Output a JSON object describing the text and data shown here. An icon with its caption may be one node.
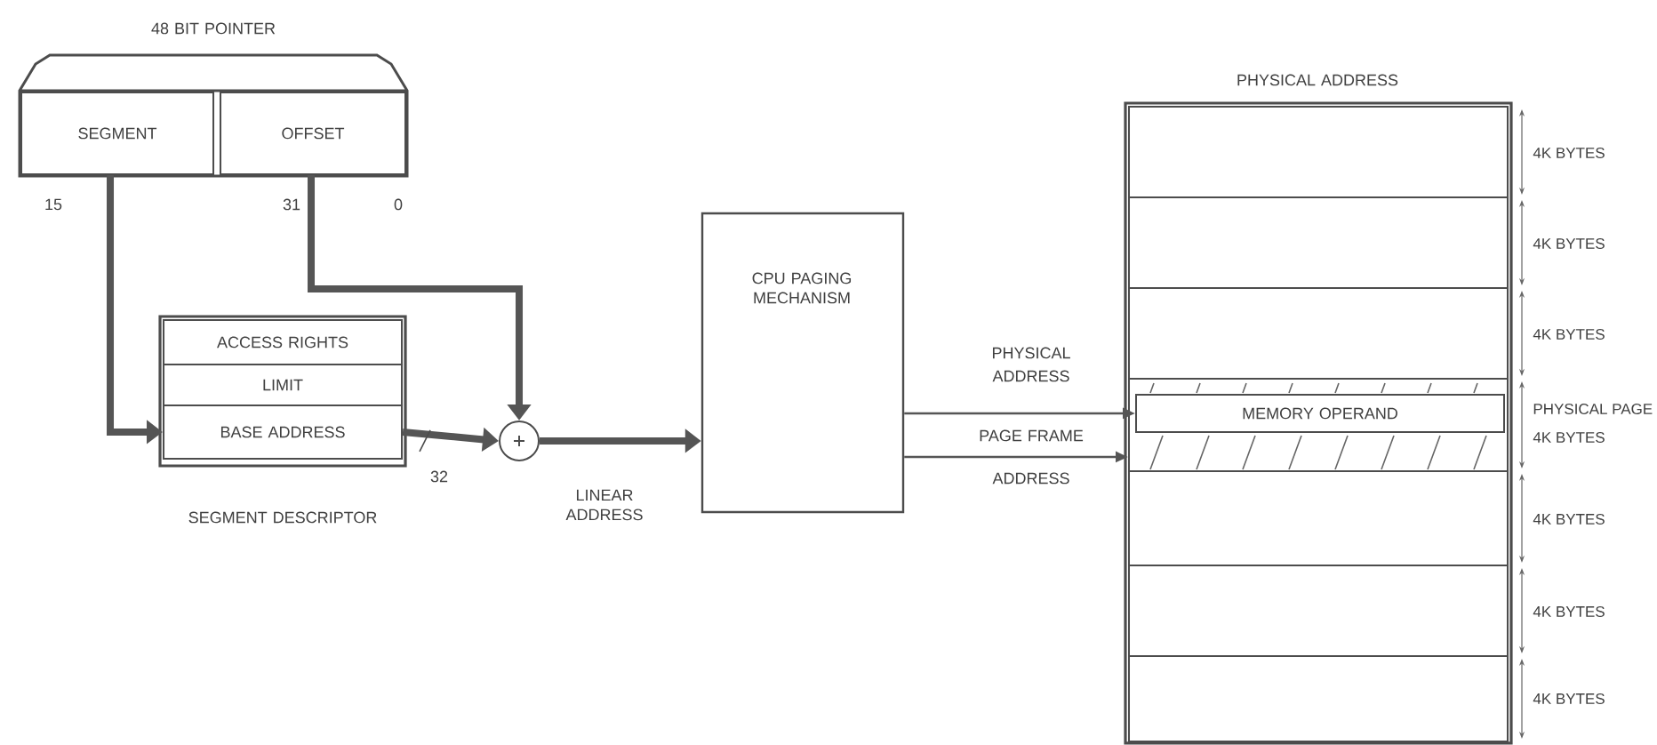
{
  "diagram": {
    "nodes": [
      {
        "text": [
          "48 BIT POINTER"
        ]
      },
      {
        "text": [
          "SEGMENT"
        ],
        "in": 0
      },
      {
        "text": [
          "OFFSET"
        ],
        "in": 0
      },
      {
        "text": [
          "SEGMENT DESCRIPTOR"
        ]
      },
      {
        "text": [
          "ACCESS RIGHTS"
        ],
        "in": 3
      },
      {
        "text": [
          "LIMIT"
        ],
        "in": 3
      },
      {
        "text": [
          "BASE ADDRESS"
        ],
        "in": 3
      },
      {
        "text": [],
        "shape": "circle"
      },
      {
        "text": [
          "CPU PAGING MECHANISM"
        ]
      },
      {
        "text": [
          "PHYSICAL ADDRESS"
        ]
      },
      {
        "text": [],
        "shape": "box",
        "in": 9
      },
      {
        "text": [],
        "shape": "box",
        "in": 9
      },
      {
        "text": [],
        "shape": "box",
        "in": 9
      },
      {
        "text": [],
        "shape": "box",
        "in": 9
      },
      {
        "text": [
          "MEMORY OPERAND"
        ],
        "in": 13
      },
      {
        "text": [],
        "shape": "box",
        "in": 9
      },
      {
        "text": [],
        "shape": "box",
        "in": 9
      },
      {
        "text": [],
        "shape": "box",
        "in": 9
      }
    ],
    "edges": [
      {
        "from": 1,
        "to": 6,
        "arrow": "to"
      },
      {
        "from": 2,
        "to": 7,
        "arrow": "to"
      },
      {
        "from": 6,
        "to": 7,
        "arrow": "to",
        "label": "32"
      },
      {
        "from": 7,
        "to": 8,
        "arrow": "to",
        "label": "LINEAR ADDRESS"
      },
      {
        "from": 8,
        "to": 14,
        "arrow": "to",
        "label": "PHYSICAL ADDRESS"
      },
      {
        "from": 8,
        "to": 13,
        "arrow": "to",
        "label": "PAGE FRAME ADDRESS"
      }
    ],
    "labels": [
      "15",
      "31",
      "0",
      "4K BYTES",
      "4K BYTES",
      "4K BYTES",
      "PHYSICAL PAGE",
      "4K BYTES",
      "4K BYTES",
      "4K BYTES",
      "4K BYTES"
    ]
  }
}
